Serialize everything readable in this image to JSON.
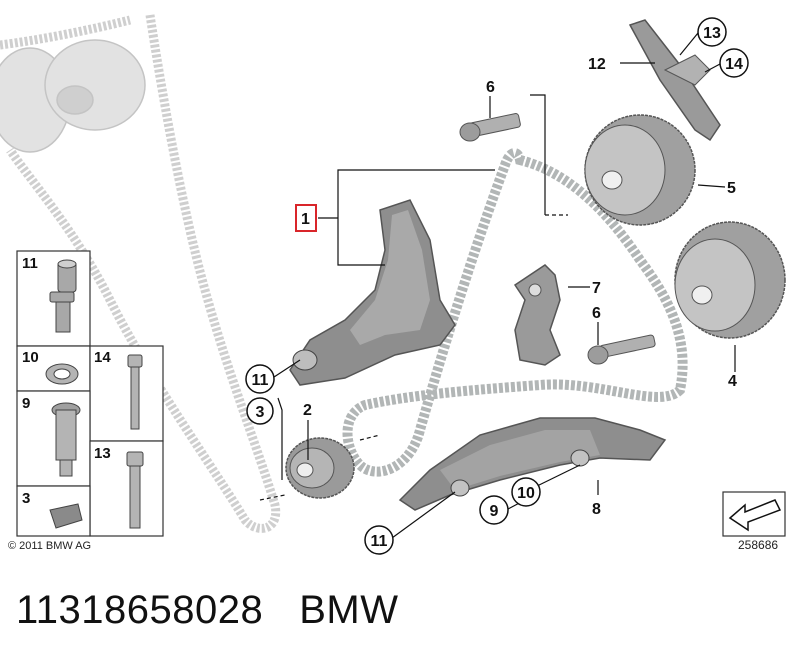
{
  "diagram": {
    "callouts": {
      "c1": "1",
      "c2": "2",
      "c3": "3",
      "c4": "4",
      "c5": "5",
      "c6a": "6",
      "c6b": "6",
      "c7": "7",
      "c8": "8",
      "c9": "9",
      "c10": "10",
      "c11a": "11",
      "c11b": "11",
      "c12": "12",
      "c13": "13",
      "c14": "14"
    },
    "parts_table": {
      "p11": "11",
      "p10": "10",
      "p14": "14",
      "p9": "9",
      "p13": "13",
      "p3": "3"
    }
  },
  "footer": {
    "copyright": "© 2011 BMW AG",
    "image_number": "258686"
  },
  "caption": {
    "part_number": "11318658028",
    "brand": "BMW"
  },
  "colors": {
    "part_gray": "#8a8a8a",
    "chain_gray": "#b8bcbc",
    "faded_gray": "#d4d4d4",
    "highlight_red": "#d9252a"
  }
}
